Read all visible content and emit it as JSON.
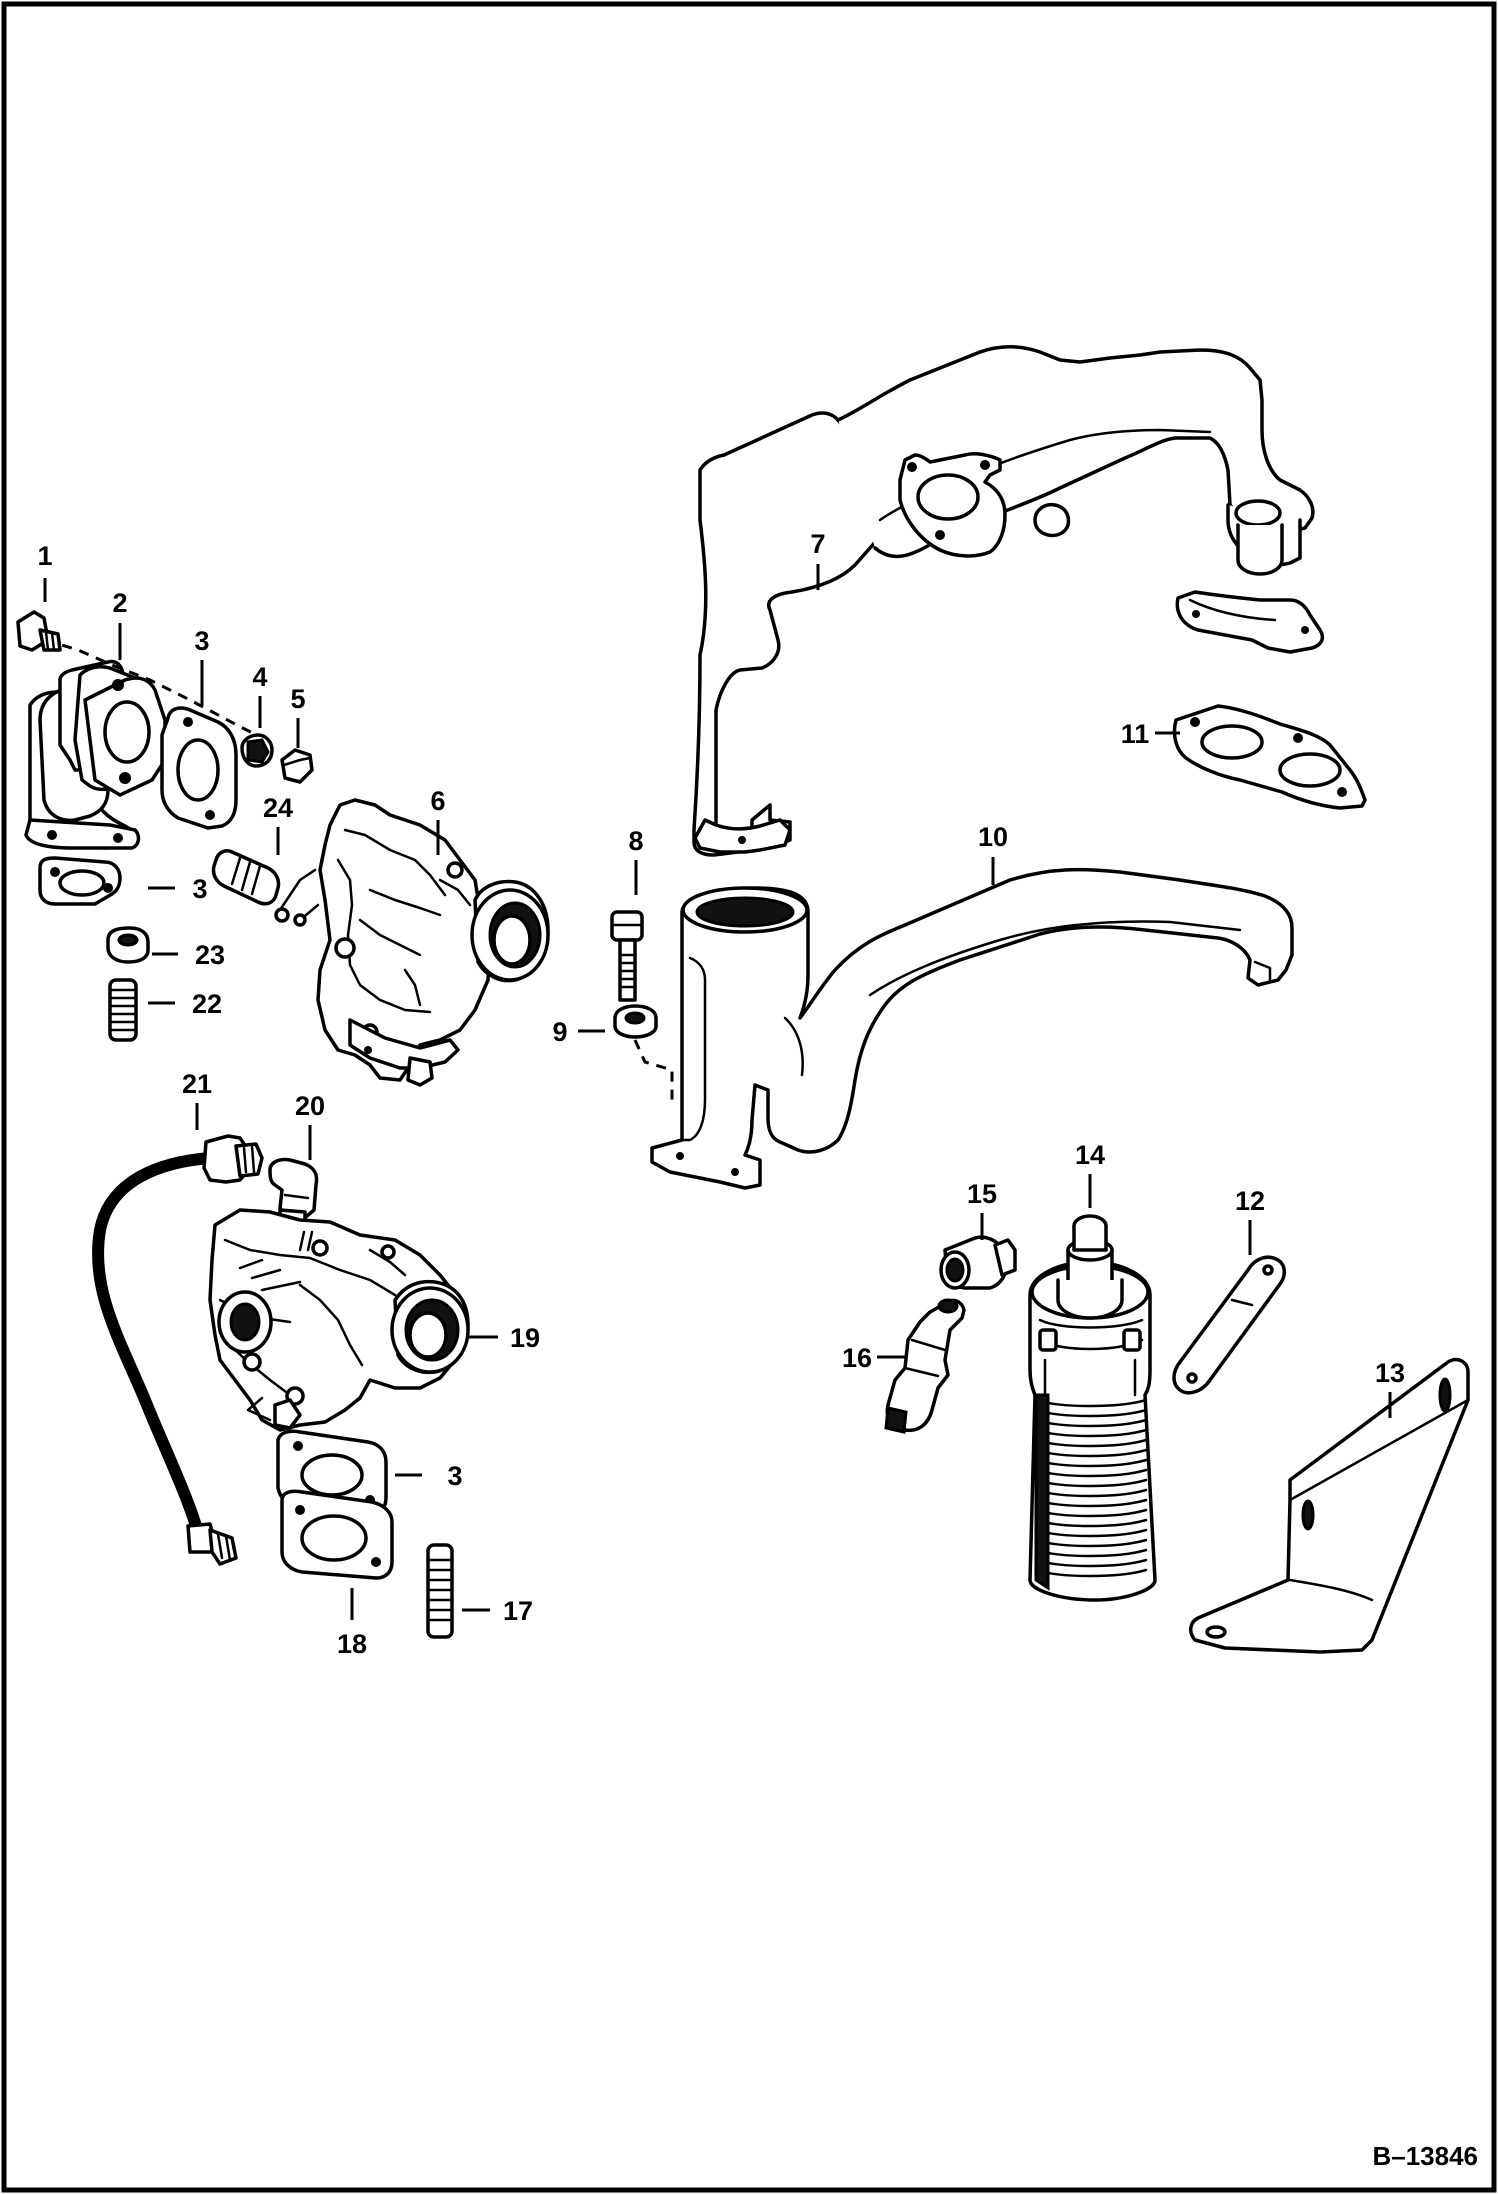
{
  "figure": {
    "reference": "B–13846",
    "border_color": "#000000",
    "background_color": "#ffffff"
  },
  "callouts": [
    "1",
    "2",
    "3",
    "4",
    "5",
    "6",
    "7",
    "8",
    "9",
    "10",
    "11",
    "12",
    "13",
    "14",
    "15",
    "16",
    "17",
    "18",
    "19",
    "20",
    "21",
    "22",
    "23",
    "24"
  ],
  "callouts_repeat": {
    "gasket_3_a": "3",
    "gasket_3_b": "3",
    "gasket_3_c": "3"
  }
}
